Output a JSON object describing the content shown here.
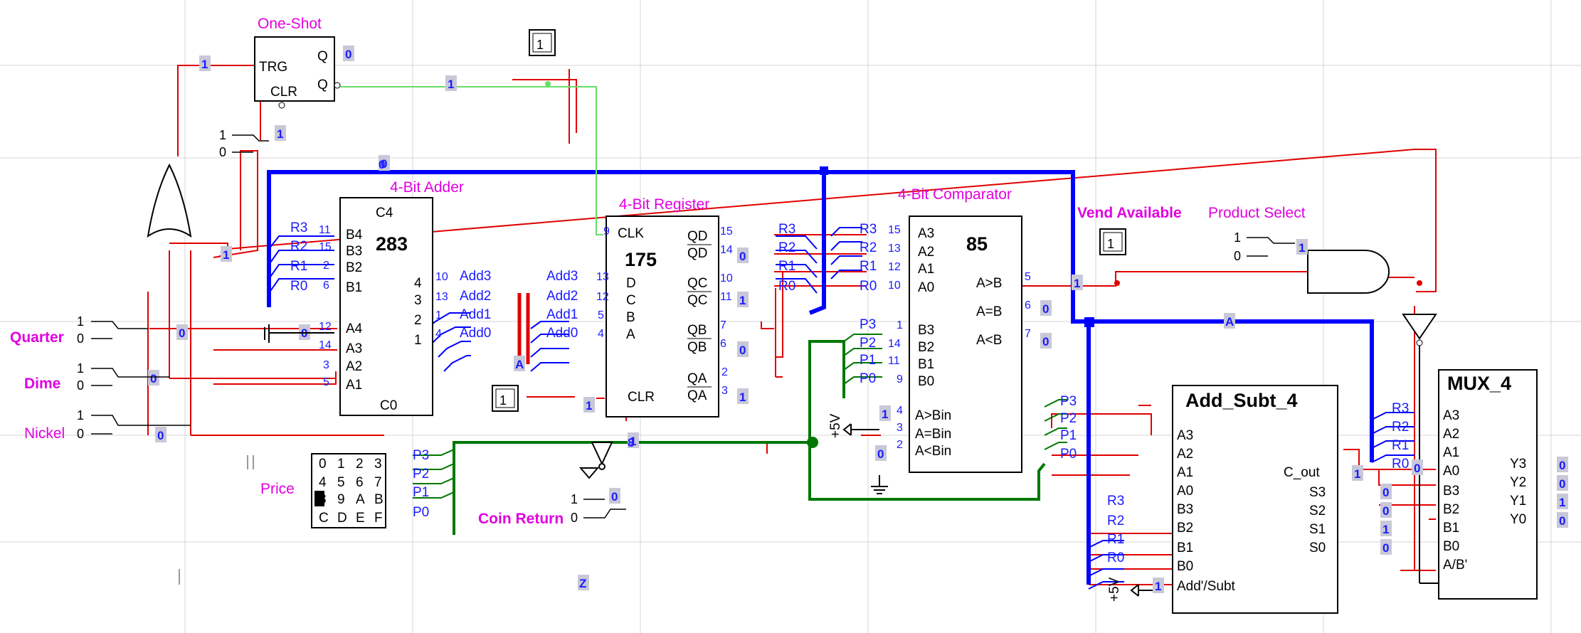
{
  "components": {
    "oneshot": {
      "title": "One-Shot",
      "trg": "TRG",
      "clr": "CLR",
      "q": "Q",
      "qbar": "Q"
    },
    "adder": {
      "title": "4-Bit Adder",
      "part": "283",
      "pins": {
        "c4": "C4",
        "b4": "B4",
        "b3": "B3",
        "b2": "B2",
        "b1": "B1",
        "a4": "A4",
        "a3": "A3",
        "a2": "A2",
        "a1": "A1",
        "c0": "C0",
        "s4": "4",
        "s3": "3",
        "s2": "2",
        "s1": "1"
      }
    },
    "register": {
      "title": "4-Bit Register",
      "part": "175",
      "pins": {
        "clk": "CLK",
        "d": "D",
        "c": "C",
        "b": "B",
        "a": "A",
        "clr": "CLR",
        "qd": "QD",
        "qdb": "QD",
        "qc": "QC",
        "qcb": "QC",
        "qb": "QB",
        "qbb": "QB",
        "qa": "QA",
        "qab": "QA"
      }
    },
    "comparator": {
      "title": "4-Bit Comparator",
      "part": "85",
      "pins": {
        "a3": "A3",
        "a2": "A2",
        "a1": "A1",
        "a0": "A0",
        "b3": "B3",
        "b2": "B2",
        "b1": "B1",
        "b0": "B0",
        "agbin": "A>Bin",
        "aebin": "A=Bin",
        "albin": "A<Bin",
        "agb": "A>B",
        "aeb": "A=B",
        "alb": "A<B"
      }
    },
    "addsub": {
      "title": "Add_Subt_4",
      "pins": {
        "a3": "A3",
        "a2": "A2",
        "a1": "A1",
        "a0": "A0",
        "b3": "B3",
        "b2": "B2",
        "b1": "B1",
        "b0": "B0",
        "addsub": "Add'/Subt",
        "cout": "C_out",
        "s3": "S3",
        "s2": "S2",
        "s1": "S1",
        "s0": "S0"
      }
    },
    "mux": {
      "title": "MUX_4",
      "pins": {
        "a3": "A3",
        "a2": "A2",
        "a1": "A1",
        "a0": "A0",
        "b3": "B3",
        "b2": "B2",
        "b1": "B1",
        "b0": "B0",
        "sel": "A/B'",
        "y3": "Y3",
        "y2": "Y2",
        "y1": "Y1",
        "y0": "Y0"
      }
    }
  },
  "labels": {
    "quarter": "Quarter",
    "dime": "Dime",
    "nickel": "Nickel",
    "price": "Price",
    "coin_return": "Coin Return",
    "vend_available": "Vend Available",
    "product_select": "Product Select",
    "plus5v": "+5V"
  },
  "nets": {
    "add3": "Add3",
    "add2": "Add2",
    "add1": "Add1",
    "add0": "Add0",
    "r3": "R3",
    "r2": "R2",
    "r1": "R1",
    "r0": "R0",
    "p3": "P3",
    "p2": "P2",
    "p1": "P1",
    "p0": "P0",
    "bus_a": "A",
    "bus_zero": "0",
    "bus_z": "Z",
    "bus_eight": "8"
  },
  "keypad": {
    "rows": [
      [
        "0",
        "1",
        "2",
        "3"
      ],
      [
        "4",
        "5",
        "6",
        "7"
      ],
      [
        "8",
        "9",
        "A",
        "B"
      ],
      [
        "C",
        "D",
        "E",
        "F"
      ]
    ],
    "selected": "8"
  },
  "switches": {
    "one": "1",
    "zero": "0"
  },
  "probes": {
    "oneshot_top": "1",
    "vend": "1",
    "price_clr": "1"
  },
  "values": {
    "v0": "0",
    "v1": "1"
  },
  "pin_numbers": {
    "n11": "11",
    "n15": "15",
    "n2": "2",
    "n6": "6",
    "n12": "12",
    "n14": "14",
    "n3": "3",
    "n5": "5",
    "n7": "7",
    "n9": "9",
    "n10": "10",
    "n13": "13",
    "n1": "1",
    "n4": "4"
  }
}
